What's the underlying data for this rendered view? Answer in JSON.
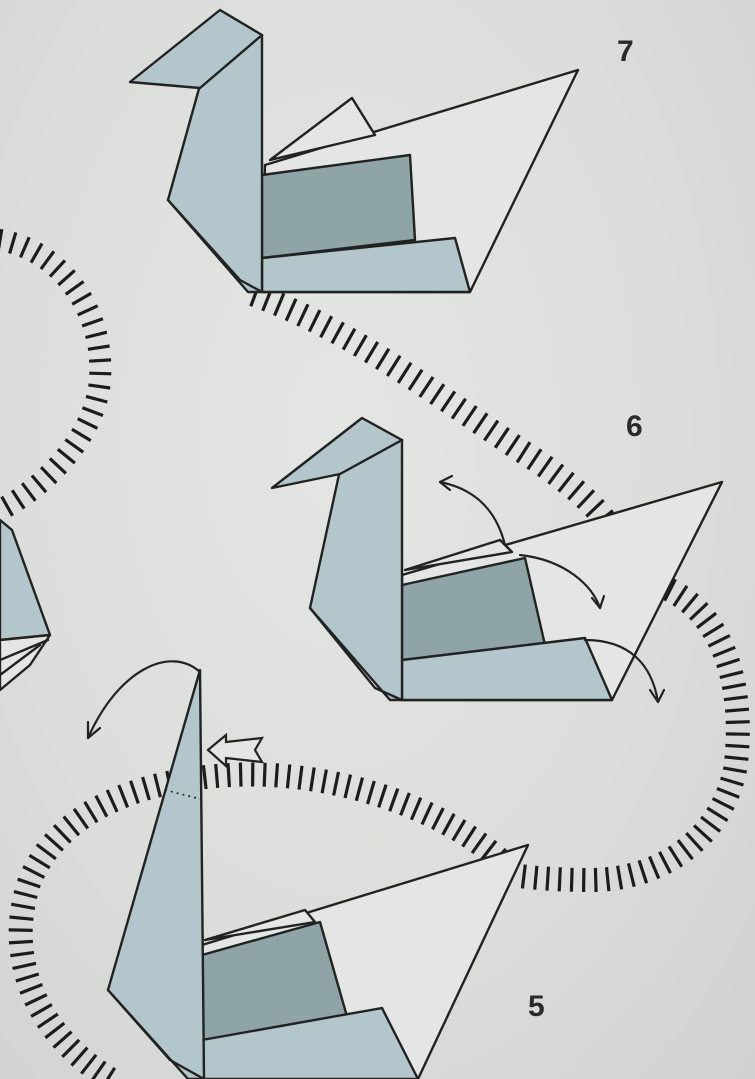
{
  "steps": [
    {
      "label": "7"
    },
    {
      "label": "6"
    },
    {
      "label": "5"
    }
  ],
  "colors": {
    "paper_colored": "#b3c6cb",
    "paper_shadow": "#8fa4a7",
    "paper_white": "#e3e6e4",
    "background": "#dcdedb",
    "ink": "#222222"
  }
}
